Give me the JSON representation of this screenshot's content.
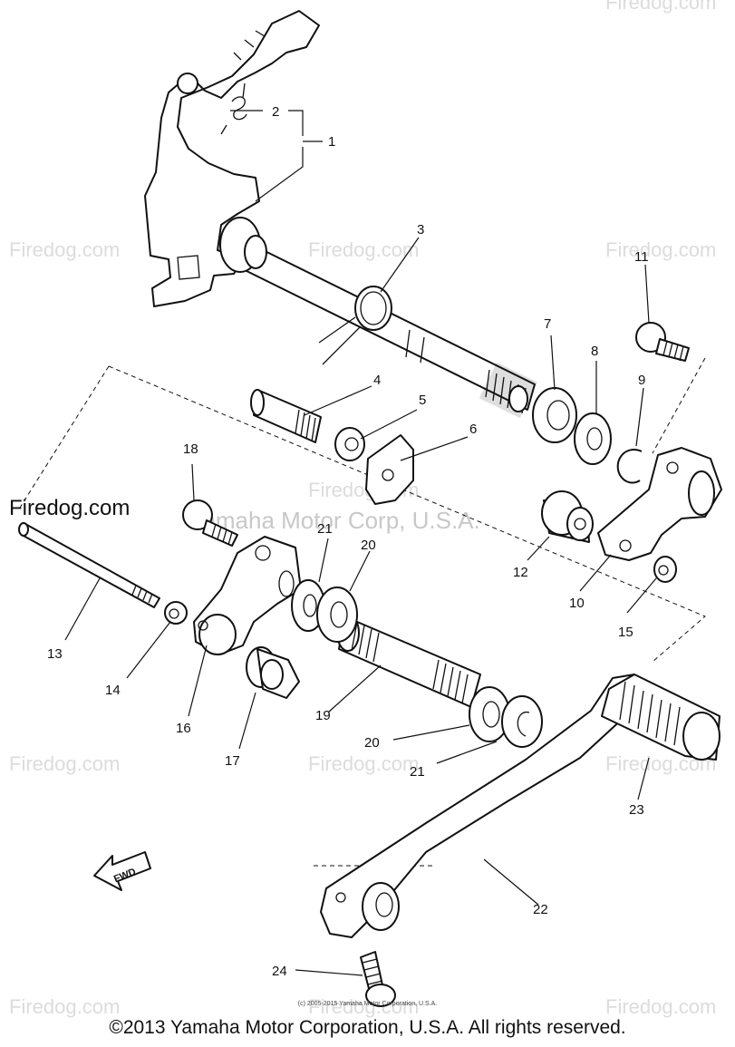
{
  "watermark": {
    "text": "Firedog.com",
    "brand_text": "Yamaha Motor Corp, U.S.A."
  },
  "small_credit": "(c) 2005-2015 Yamaha Motor Corporation, U.S.A.",
  "copyright": "©2013 Yamaha Motor Corporation, U.S.A. All rights reserved.",
  "fwd_label": "FWD",
  "callouts": {
    "c1": "1",
    "c2": "2",
    "c3": "3",
    "c4": "4",
    "c5": "5",
    "c6": "6",
    "c7": "7",
    "c8": "8",
    "c9": "9",
    "c10": "10",
    "c11": "11",
    "c12": "12",
    "c13": "13",
    "c14": "14",
    "c15": "15",
    "c16": "16",
    "c17": "17",
    "c18": "18",
    "c19": "19",
    "c20a": "20",
    "c20b": "20",
    "c21a": "21",
    "c21b": "21",
    "c22": "22",
    "c23": "23",
    "c24": "24"
  }
}
